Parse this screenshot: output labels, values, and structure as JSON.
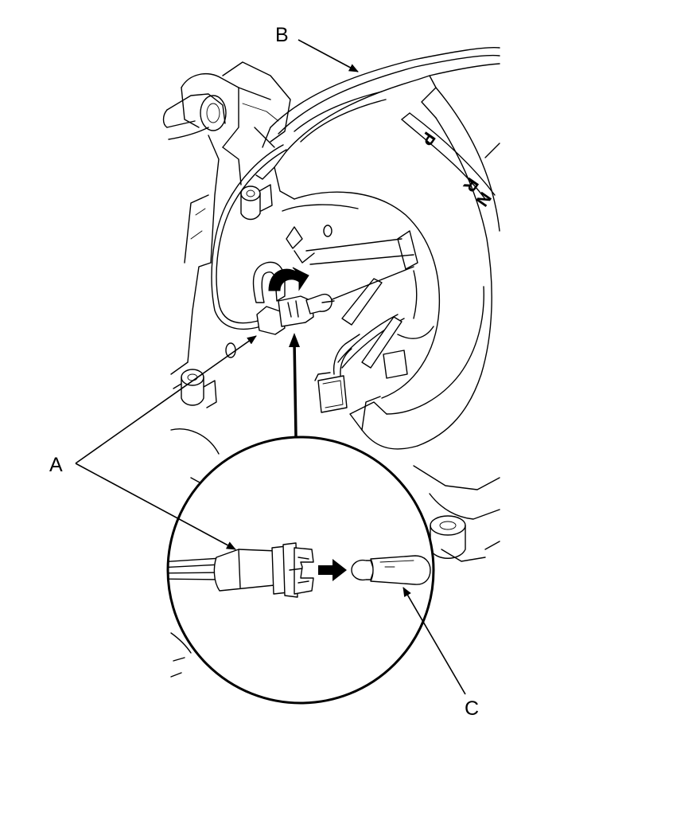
{
  "labels": {
    "a": "A",
    "b": "B",
    "c": "C"
  },
  "indicator": {
    "p": "P",
    "r": "R",
    "n": "N"
  },
  "colors": {
    "line": "#000000",
    "background": "#ffffff"
  }
}
